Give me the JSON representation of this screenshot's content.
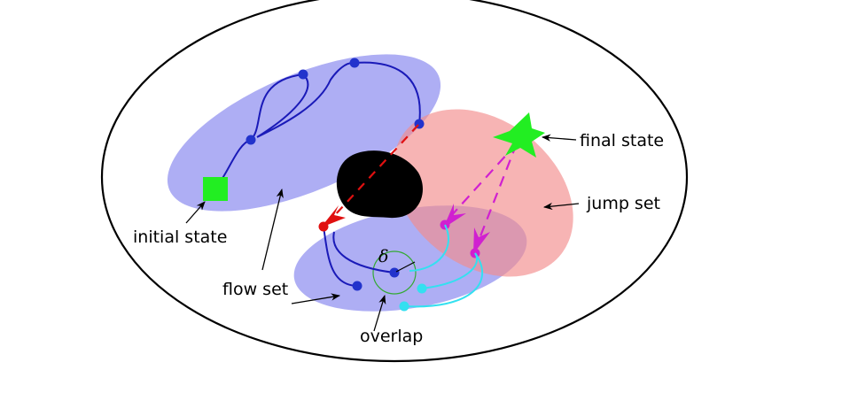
{
  "labels": {
    "initial_state": "initial state",
    "final_state": "final state",
    "jump_set": "jump set",
    "flow_set": "flow set",
    "overlap": "overlap",
    "delta": "δ"
  },
  "colors": {
    "flow_set_fill": "#8c8cf0",
    "jump_set_fill": "#f28c8c",
    "flow_trajectory": "#1a1ab8",
    "flow_point": "#2233cc",
    "jump_arrow_red": "#e01010",
    "jump_arrow_magenta": "#d020d0",
    "cyan_trajectory": "#33e0f0",
    "initial_state_marker": "#22ee22",
    "final_state_marker": "#22ee22",
    "overlap_circle": "#33aa33",
    "obstacle": "#000000"
  },
  "icons": {
    "initial_state": "green-square-icon",
    "final_state": "green-star-icon",
    "obstacle": "black-blob-icon"
  }
}
